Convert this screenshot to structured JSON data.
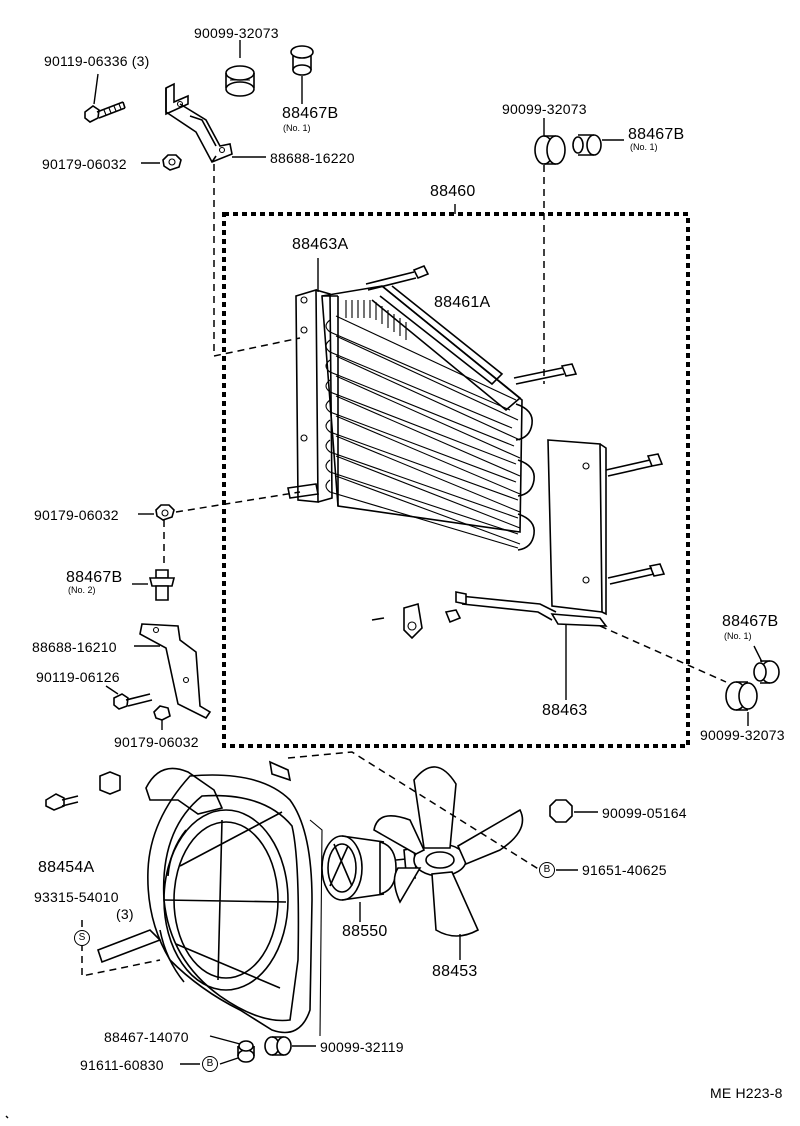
{
  "diagram_code": "ME H223-8",
  "parts": {
    "p_90119_06336": "90119-06336",
    "p_90119_06336_qty": "(3)",
    "p_90099_32073_top": "90099-32073",
    "p_88467B_top": "88467B",
    "p_88467B_top_note": "(No. 1)",
    "p_90179_06032_top": "90179-06032",
    "p_88688_16220": "88688-16220",
    "p_90099_32073_right": "90099-32073",
    "p_88467B_right": "88467B",
    "p_88467B_right_note": "(No. 1)",
    "p_88460": "88460",
    "p_88463A": "88463A",
    "p_88461A": "88461A",
    "p_90179_06032_mid": "90179-06032",
    "p_88467B_mid": "88467B",
    "p_88467B_mid_note": "(No. 2)",
    "p_88688_16210": "88688-16210",
    "p_90119_06126": "90119-06126",
    "p_90179_06032_low": "90179-06032",
    "p_88463": "88463",
    "p_88467B_lowright": "88467B",
    "p_88467B_lowright_note": "(No. 1)",
    "p_90099_32073_lowright": "90099-32073",
    "p_90099_05164": "90099-05164",
    "p_91651_40625": "91651-40625",
    "p_88454A": "88454A",
    "p_93315_54010": "93315-54010",
    "p_93315_54010_qty": "(3)",
    "p_88550": "88550",
    "p_88453": "88453",
    "p_88467_14070": "88467-14070",
    "p_90099_32119": "90099-32119",
    "p_91611_60830": "91611-60830"
  },
  "markers": {
    "s_mark": "S",
    "b_mark_1": "B",
    "b_mark_2": "B"
  },
  "colors": {
    "ink": "#000000",
    "paper": "#ffffff"
  }
}
